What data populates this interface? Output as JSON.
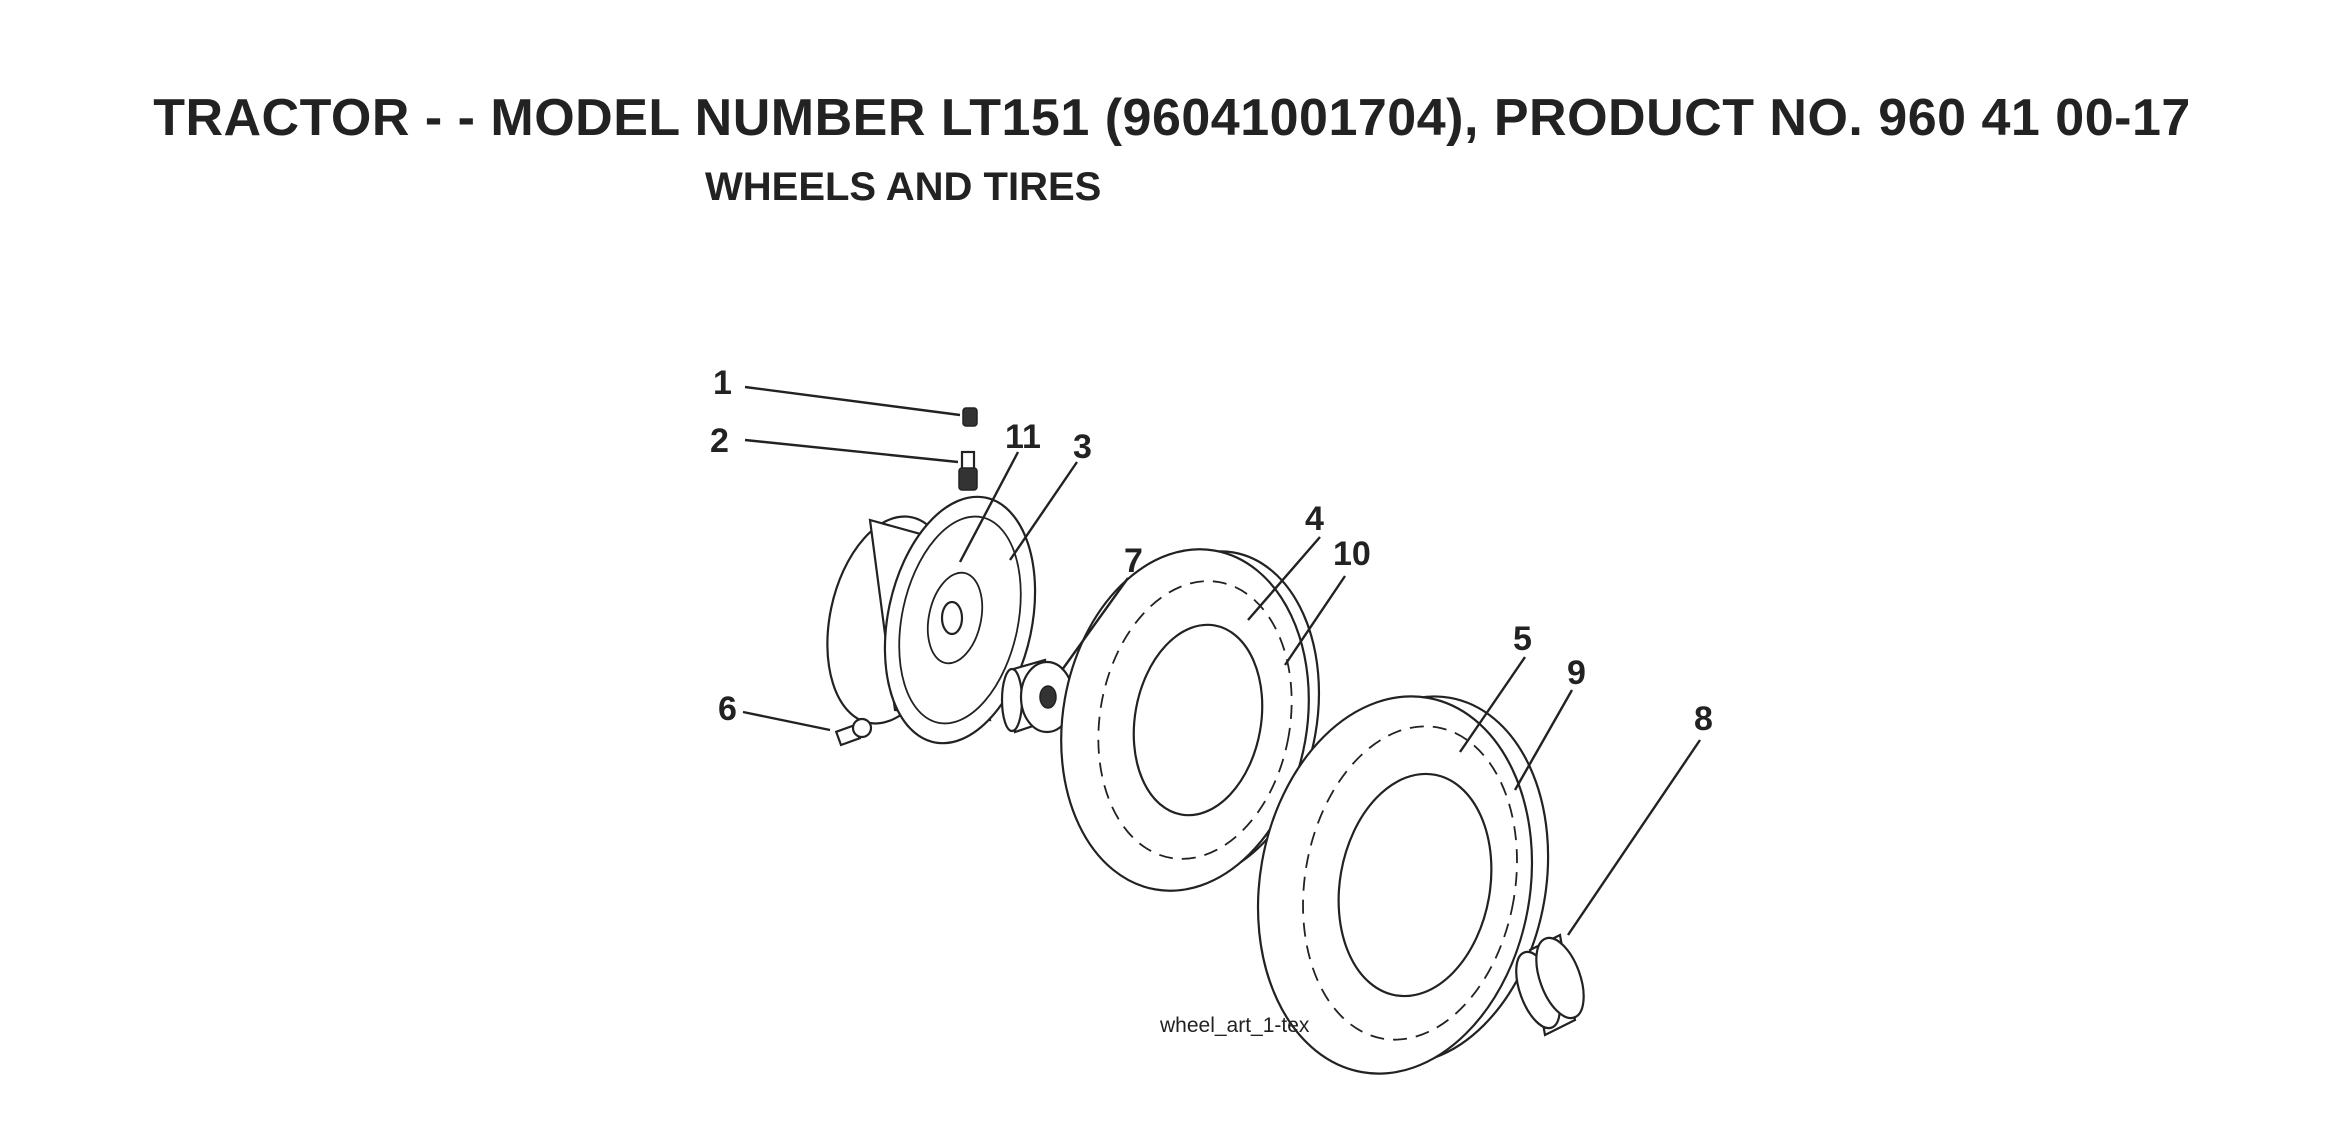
{
  "header": {
    "title": "TRACTOR - - MODEL NUMBER LT151 (96041001704), PRODUCT NO. 960 41 00-17",
    "subtitle": "WHEELS AND TIRES"
  },
  "diagram": {
    "callouts": {
      "c1": "1",
      "c2": "2",
      "c3": "3",
      "c4": "4",
      "c5": "5",
      "c6": "6",
      "c7": "7",
      "c8": "8",
      "c9": "9",
      "c10": "10",
      "c11": "11"
    },
    "art_reference": "wheel_art_1-tex"
  }
}
